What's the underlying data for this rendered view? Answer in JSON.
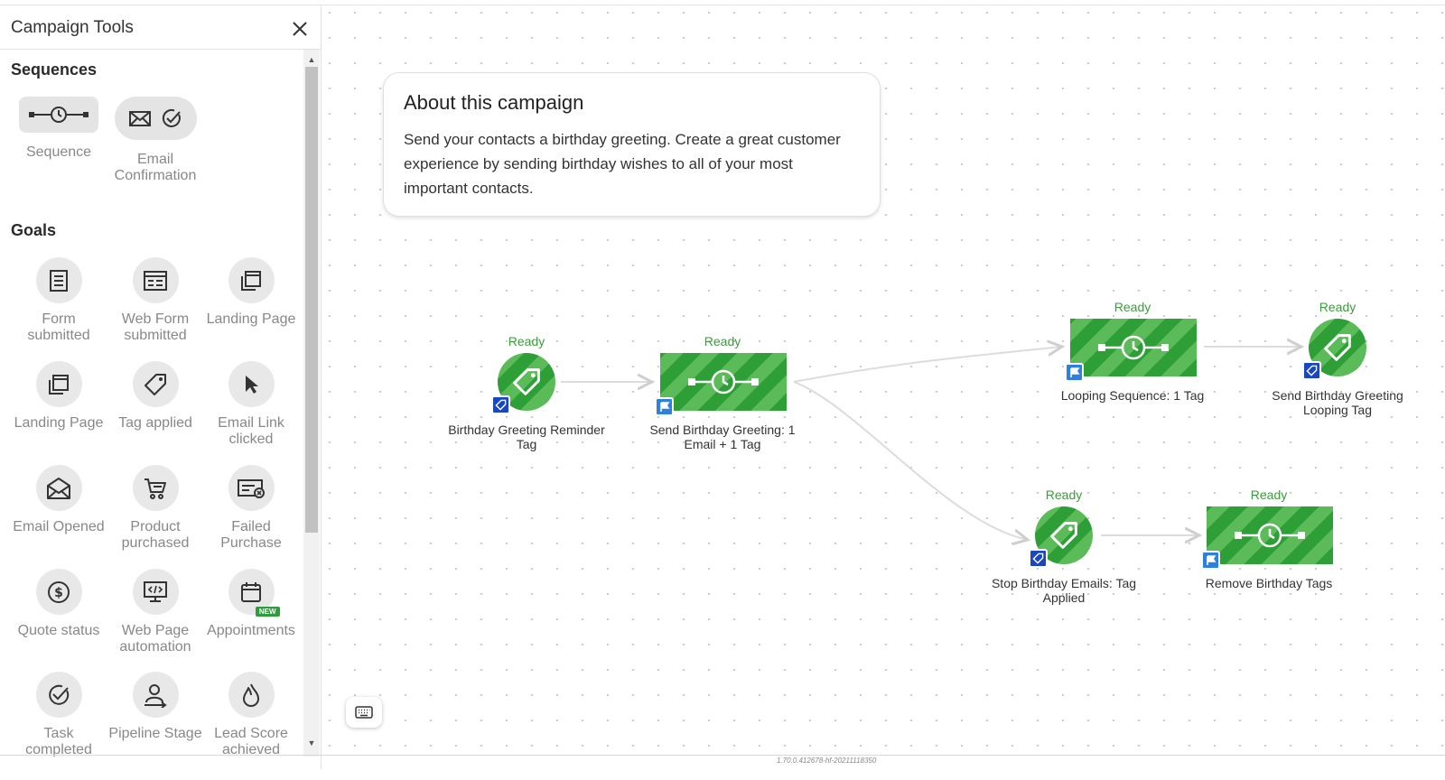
{
  "panel": {
    "title": "Campaign Tools",
    "sections": {
      "sequences": "Sequences",
      "goals": "Goals"
    },
    "sequence_tools": [
      {
        "label": "Sequence"
      },
      {
        "label": "Email Confirmation"
      }
    ],
    "goal_tools": [
      {
        "label": "Form submitted"
      },
      {
        "label": "Web Form submitted"
      },
      {
        "label": "Landing Page"
      },
      {
        "label": "Landing Page"
      },
      {
        "label": "Tag applied"
      },
      {
        "label": "Email Link clicked"
      },
      {
        "label": "Email Opened"
      },
      {
        "label": "Product purchased"
      },
      {
        "label": "Failed Purchase"
      },
      {
        "label": "Quote status"
      },
      {
        "label": "Web Page automation"
      },
      {
        "label": "Appointments",
        "badge": "NEW"
      },
      {
        "label": "Task completed"
      },
      {
        "label": "Pipeline Stage"
      },
      {
        "label": "Lead Score achieved"
      }
    ]
  },
  "about": {
    "title": "About this campaign",
    "text": "Send your contacts a birthday greeting. Create a great customer experience by sending birthday wishes to all of your most important contacts."
  },
  "nodes": [
    {
      "status": "Ready",
      "label": "Birthday Greeting Reminder Tag",
      "kind": "goal",
      "icon": "tag-icon"
    },
    {
      "status": "Ready",
      "label": "Send Birthday Greeting: 1 Email + 1 Tag",
      "kind": "sequence",
      "icon": "clock-icon"
    },
    {
      "status": "Ready",
      "label": "Looping Sequence: 1 Tag",
      "kind": "sequence",
      "icon": "clock-icon"
    },
    {
      "status": "Ready",
      "label": "Send Birthday Greeting Looping Tag",
      "kind": "goal",
      "icon": "tag-icon"
    },
    {
      "status": "Ready",
      "label": "Stop Birthday Emails: Tag Applied",
      "kind": "goal",
      "icon": "tag-icon"
    },
    {
      "status": "Ready",
      "label": "Remove Birthday Tags",
      "kind": "sequence",
      "icon": "clock-icon"
    }
  ],
  "footer": {
    "version": "1.70.0.412678-hf-20211118350"
  },
  "colors": {
    "node_green": "#2e9f37",
    "ready_text": "#3e9a3e",
    "flag_badge": "#2f7fe0",
    "tag_badge": "#1a47c0"
  }
}
